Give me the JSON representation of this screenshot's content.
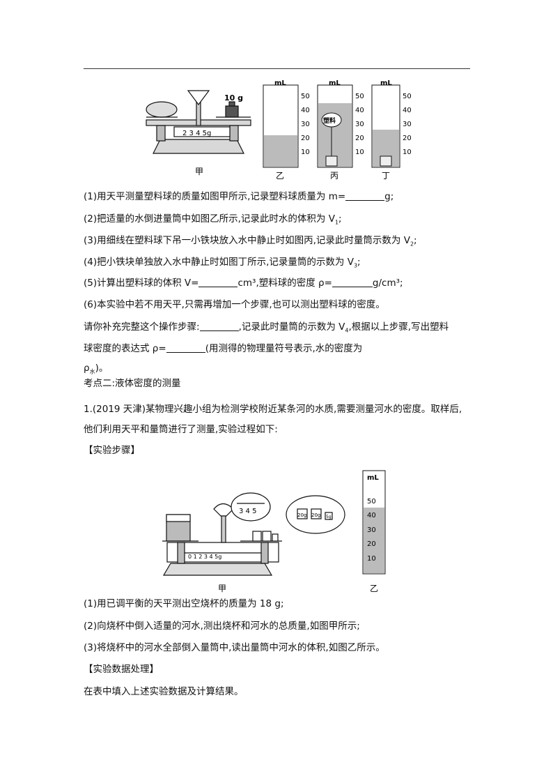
{
  "figure1": {
    "weight_label": "10 g",
    "balance_scale_numbers": "2  3  4  5g",
    "caption_jia": "甲",
    "cylinder_unit": "mL",
    "cylinder_ticks": [
      "50",
      "40",
      "30",
      "20",
      "10"
    ],
    "ball_label": "塑料",
    "caption_yi": "乙",
    "caption_bing": "丙",
    "caption_ding": "丁"
  },
  "q1_steps": {
    "s1_prefix": "(1)用天平测量塑料球的质量如图甲所示,记录塑料球质量为 m=",
    "s1_suffix": "g;",
    "s2": "(2)把适量的水倒进量筒中如图乙所示,记录此时水的体积为 V",
    "s2_sub": "1",
    "s2_end": ";",
    "s3": "(3)用细线在塑料球下吊一小铁块放入水中静止时如图丙,记录此时量筒示数为 V",
    "s3_sub": "2",
    "s3_end": ";",
    "s4": "(4)把小铁块单独放入水中静止时如图丁所示,记录量筒的示数为 V",
    "s4_sub": "3",
    "s4_end": ";",
    "s5_prefix": "(5)计算出塑料球的体积 V=",
    "s5_mid": "cm³,塑料球的密度 ρ=",
    "s5_suffix": "g/cm³;",
    "s6": "(6)本实验中若不用天平,只需再增加一个步骤,也可以测出塑料球的密度。",
    "s7_prefix": "请你补充完整这个操作步骤:",
    "s7_mid": ",记录此时量筒的示数为 V",
    "s7_sub": "4",
    "s7_suffix": ",根据以上步骤,写出塑料",
    "s8_prefix": "球密度的表达式 ρ=",
    "s8_suffix": "(用测得的物理量符号表示,水的密度为",
    "s9": "ρ",
    "s9_sub": "水",
    "s9_end": ")。"
  },
  "section2_title": "考点二:液体密度的测量",
  "q2": {
    "line1": "1.(2019 天津)某物理兴趣小组为检测学校附近某条河的水质,需要测量河水的密度。取样后,",
    "line2": "他们利用天平和量筒进行了测量,实验过程如下:",
    "steps_heading": "【实验步骤】",
    "s1": "(1)用已调平衡的天平测出空烧杯的质量为 18 g;",
    "s2": "(2)向烧杯中倒入适量的河水,测出烧杯和河水的总质量,如图甲所示;",
    "s3": "(3)将烧杯中的河水全部倒入量筒中,读出量筒中河水的体积,如图乙所示。",
    "data_heading": "【实验数据处理】",
    "data_text": "在表中填入上述实验数据及计算结果。"
  },
  "figure2": {
    "zoom_scale_numbers": "3  4  5",
    "weight_20a": "20g",
    "weight_20b": "20g",
    "weight_5": "5g",
    "beam_numbers": "0  1  2  3  4  5g",
    "caption_jia": "甲",
    "cylinder_unit": "mL",
    "cylinder_ticks": [
      "50",
      "40",
      "30",
      "20",
      "10"
    ],
    "caption_yi": "乙"
  }
}
